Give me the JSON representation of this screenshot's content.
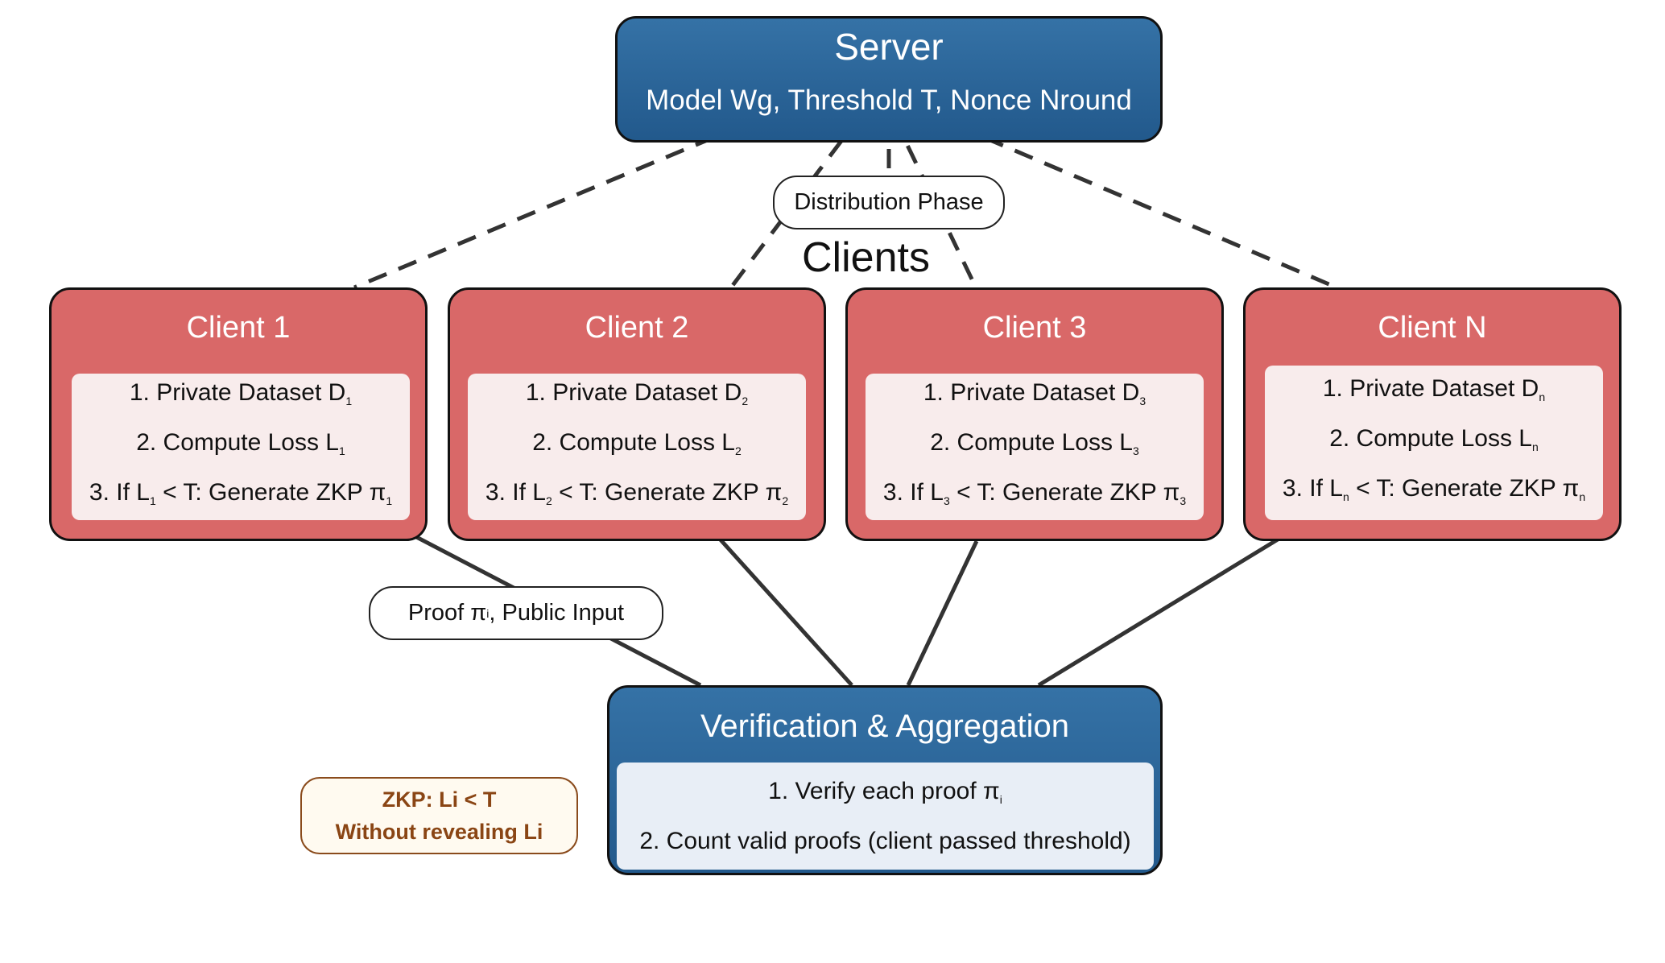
{
  "server": {
    "title": "Server",
    "subtitle": "Model Wg, Threshold T, Nonce Nround"
  },
  "distribution_label": "Distribution Phase",
  "clients_heading": "Clients",
  "clients": [
    {
      "title": "Client 1",
      "sub": "1",
      "l1": "1. Private Dataset D",
      "l2": "2. Compute Loss L",
      "l3a": "3. If L",
      "l3b": " < T: Generate ZKP π"
    },
    {
      "title": "Client 2",
      "sub": "2",
      "l1": "1. Private Dataset D",
      "l2": "2. Compute Loss L",
      "l3a": "3. If L",
      "l3b": " < T: Generate ZKP π"
    },
    {
      "title": "Client 3",
      "sub": "3",
      "l1": "1. Private Dataset D",
      "l2": "2. Compute Loss L",
      "l3a": "3. If L",
      "l3b": " < T: Generate ZKP π"
    },
    {
      "title": "Client N",
      "sub": "n",
      "l1": "1. Private Dataset D",
      "l2": "2. Compute Loss L",
      "l3a": "3. If L",
      "l3b": " < T: Generate ZKP π"
    }
  ],
  "proof_label": {
    "prefix": "Proof π",
    "sub": "i",
    "suffix": ", Public Input"
  },
  "aggregator": {
    "title": "Verification & Aggregation",
    "step1_prefix": "1. Verify each proof π",
    "step1_sub": "i",
    "step2": "2. Count valid proofs (client passed threshold)"
  },
  "zkp_note": {
    "line1": "ZKP: Li < T",
    "line2": "Without revealing Li"
  },
  "colors": {
    "server_blue": "#2b65a0",
    "client_red": "#d96868",
    "note_brown": "#8a4514"
  }
}
